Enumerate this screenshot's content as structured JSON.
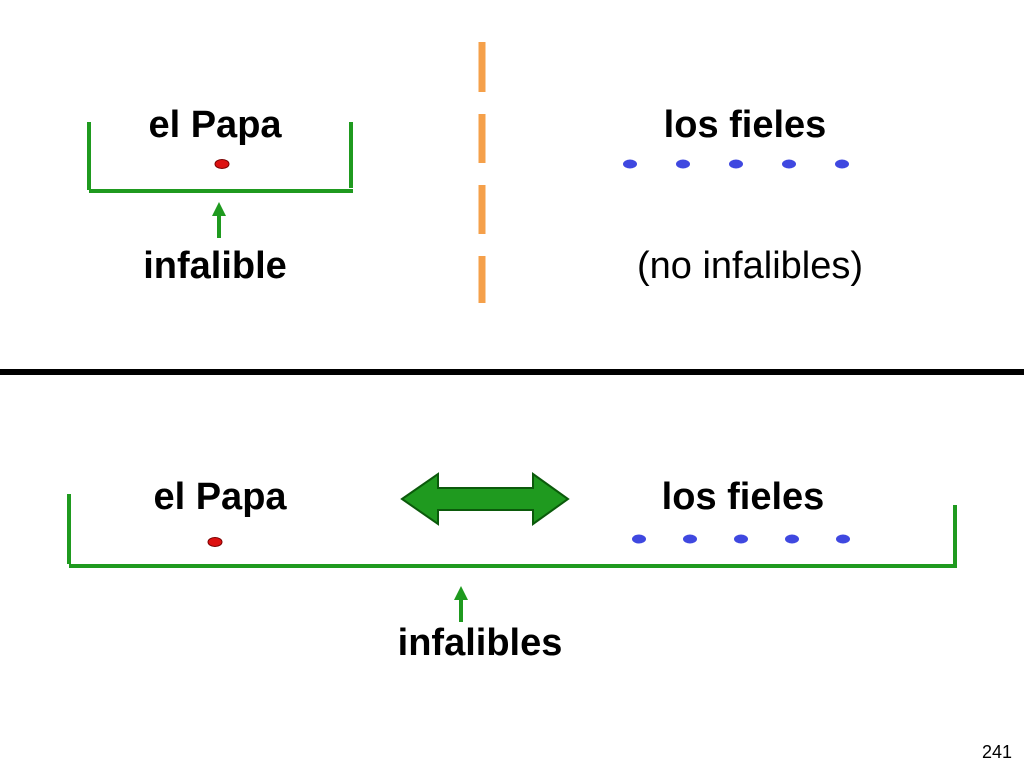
{
  "top": {
    "left_title": "el Papa",
    "left_caption": "infalible",
    "right_title": "los fieles",
    "right_caption": "(no infalibles)",
    "pope_count": 1,
    "faithful_count": 5
  },
  "bottom": {
    "left_title": "el Papa",
    "right_title": "los fieles",
    "caption": "infalibles",
    "pope_count": 1,
    "faithful_count": 5
  },
  "page_number": "241",
  "colors": {
    "bracket": "#1f9a1f",
    "arrow": "#1f9a1f",
    "double_arrow_fill": "#1f9a1f",
    "double_arrow_stroke": "#0b5a0b",
    "pope_dot": "#dd1111",
    "pope_dot_outline": "#7a0000",
    "faithful_dot": "#3f48e0",
    "divider_dashed": "#f5a04a",
    "divider_solid": "#000000"
  }
}
